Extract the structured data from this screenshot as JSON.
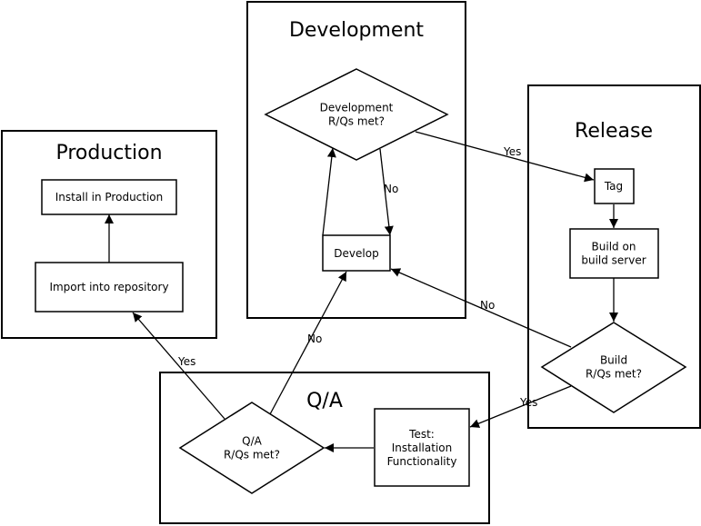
{
  "groups": {
    "development": "Development",
    "release": "Release",
    "production": "Production",
    "qa": "Q/A"
  },
  "nodes": {
    "dev_rqs": [
      "Development",
      "R/Qs met?"
    ],
    "develop": [
      "Develop"
    ],
    "tag": [
      "Tag"
    ],
    "build_server": [
      "Build on",
      "build server"
    ],
    "build_rqs": [
      "Build",
      "R/Qs met?"
    ],
    "install_prod": [
      "Install in Production"
    ],
    "import_repo": [
      "Import into repository"
    ],
    "qa_rqs": [
      "Q/A",
      "R/Qs met?"
    ],
    "test": [
      "Test:",
      "Installation",
      "Functionality"
    ]
  },
  "edge_labels": {
    "dev_yes": "Yes",
    "dev_no": "No",
    "build_no": "No",
    "build_yes": "Yes",
    "qa_yes": "Yes",
    "qa_no": "No"
  }
}
